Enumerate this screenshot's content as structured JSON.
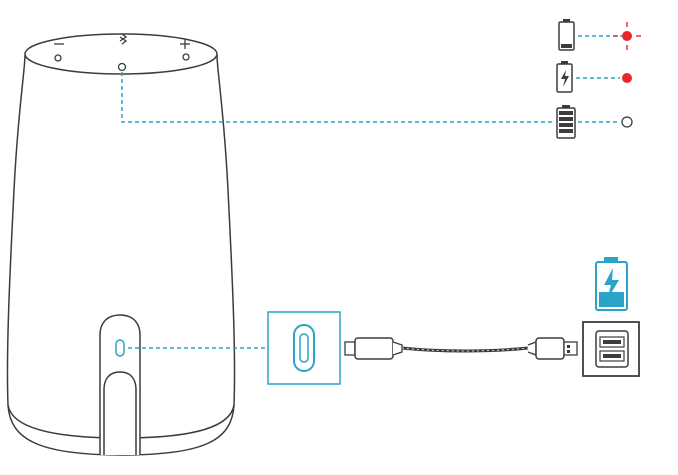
{
  "diagram": {
    "colors": {
      "outline": "#3c3c3c",
      "guide_line": "#2aa3c8",
      "accent": "#2aa3c8",
      "led_red": "#e8262b",
      "background": "#ffffff"
    },
    "devices": [
      {
        "name": "speaker",
        "icon": "cylindrical-speaker-icon"
      },
      {
        "name": "usb-c-port-callout",
        "icon": "usb-c-port-icon"
      },
      {
        "name": "usb-c-to-usb-a-cable",
        "icon": "usb-cable-icon"
      },
      {
        "name": "usb-wall-charger",
        "icon": "usb-power-adapter-icon"
      }
    ],
    "battery_legend": [
      {
        "state": "low",
        "battery_icon": "battery-low-icon",
        "led": "flashing-red"
      },
      {
        "state": "charging",
        "battery_icon": "battery-charging-icon",
        "led": "solid-red"
      },
      {
        "state": "full",
        "battery_icon": "battery-full-icon",
        "led": "off"
      }
    ],
    "charging_indicator_icon": "battery-charging-blue-icon"
  }
}
